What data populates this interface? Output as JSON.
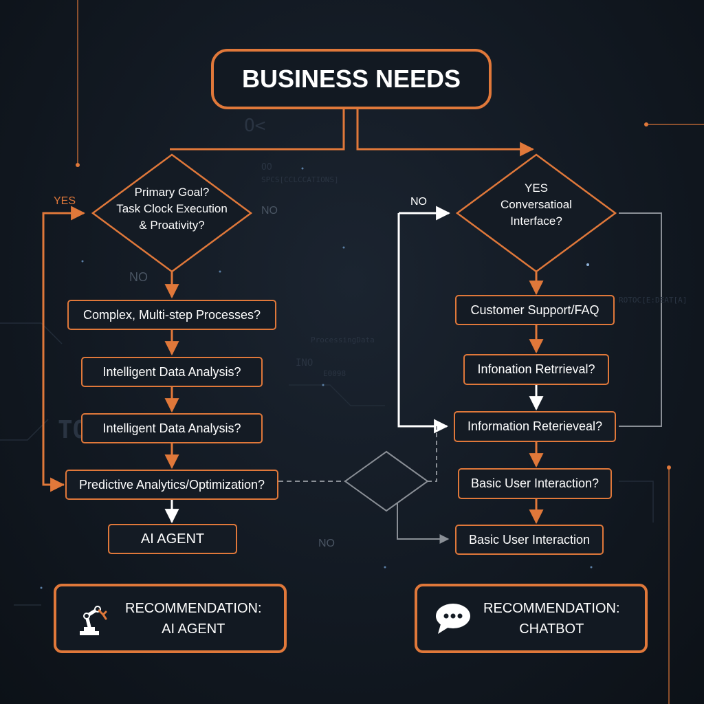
{
  "title": "BUSINESS NEEDS",
  "left_branch": {
    "decision_line1": "Primary Goal?",
    "decision_line2": "Task Clock Execution",
    "decision_line3": "& Proativity?",
    "yes_label": "YES",
    "no_label_right": "NO",
    "no_label_below": "NO",
    "steps": [
      "Complex, Multi-step Processes?",
      "Intelligent Data Analysis?",
      "Intelligent Data Analysis?",
      "Predictive Analytics/Optimization?"
    ],
    "result": "AI AGENT"
  },
  "right_branch": {
    "decision_line1": "YES",
    "decision_line2": "Conversatioal",
    "decision_line3": "Interface?",
    "no_label": "NO",
    "steps": [
      "Customer Support/FAQ",
      "Infonation Retrrieval?",
      "Information Reterieveal?",
      "Basic User Interaction?",
      "Basic User Interaction"
    ],
    "bottom_no_label": "NO"
  },
  "recommendations": {
    "agent_line1": "RECOMMENDATION:",
    "agent_line2": "AI AGENT",
    "agent_icon": "robot-arm-icon",
    "chatbot_line1": "RECOMMENDATION:",
    "chatbot_line2": "CHATBOT",
    "chatbot_icon": "speech-bubble-icon"
  },
  "background_text": {
    "t1": "O<",
    "t2": "OO",
    "t3": "SPCS[CCLCCATIONS]",
    "t4": "ProcessingData",
    "t5": "INO",
    "t6": "E0098",
    "t7": "TO",
    "t8": "ROTOC[E:DEAT[A]"
  },
  "colors": {
    "accent": "#e0783a",
    "background": "#121922",
    "connector_grey": "#8a8f96",
    "text": "#ffffff"
  }
}
